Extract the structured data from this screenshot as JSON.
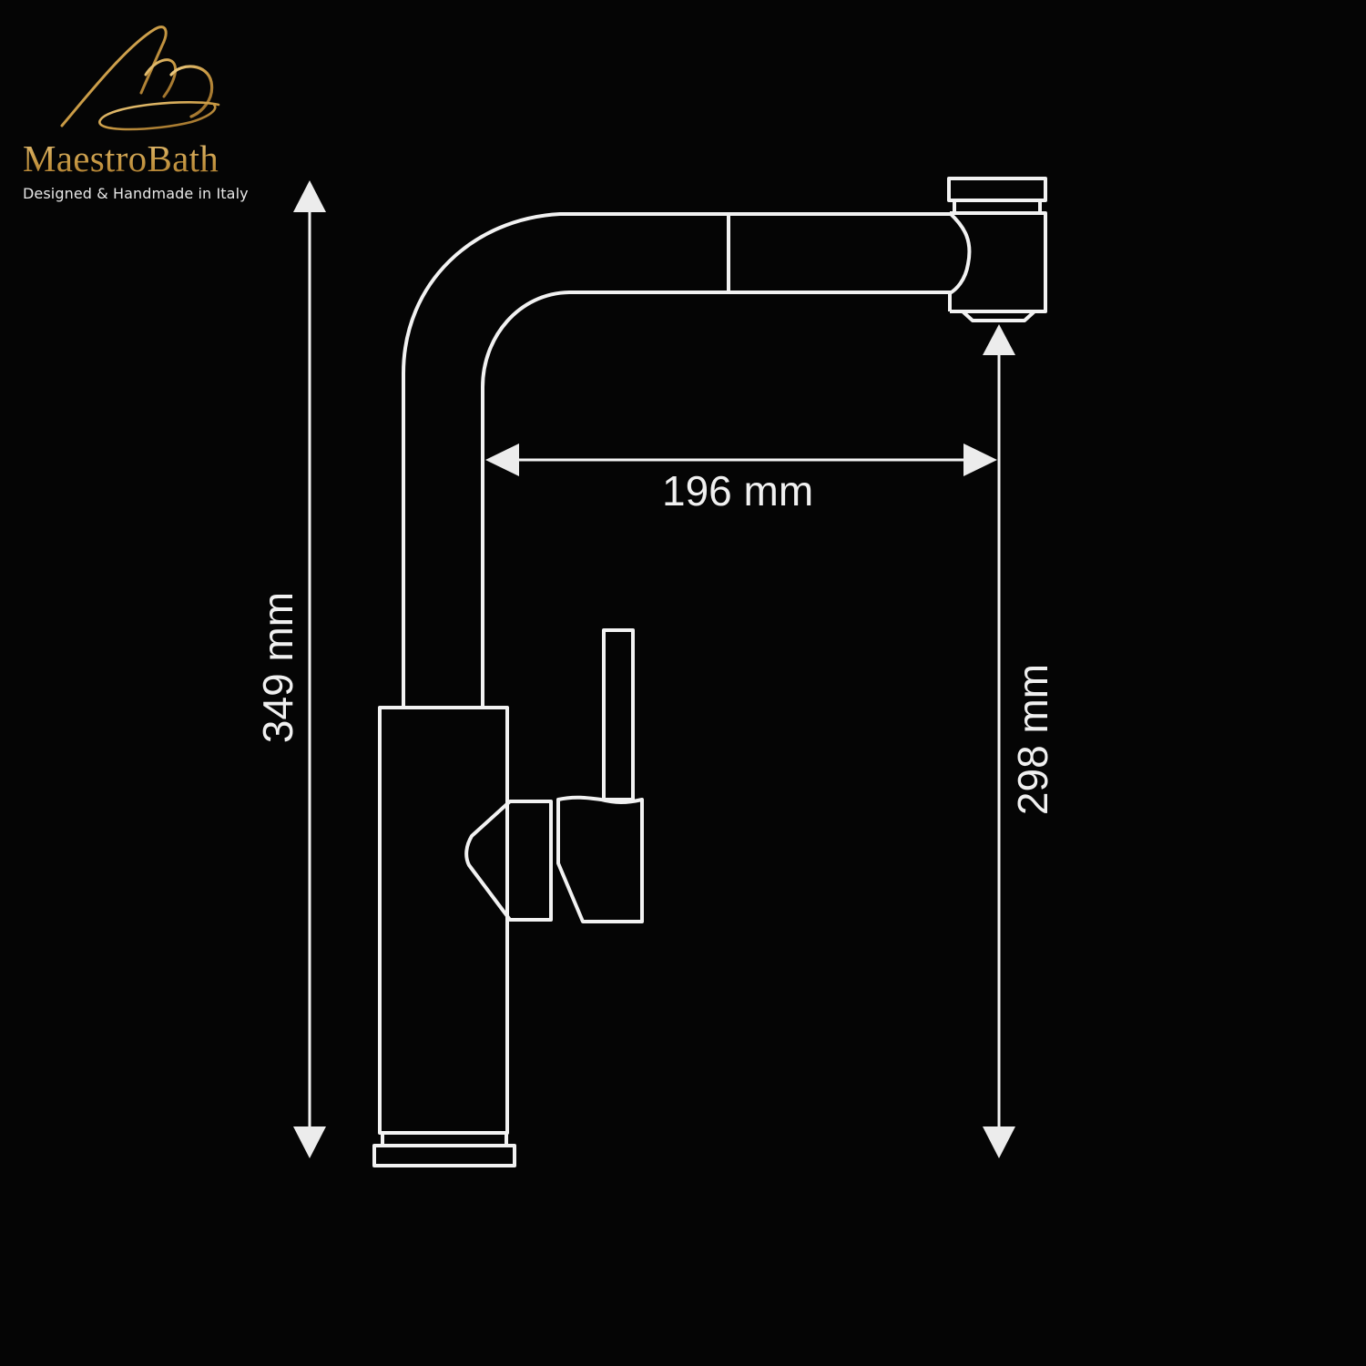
{
  "brand": {
    "name": "MaestroBath",
    "tagline": "Designed & Handmade in Italy",
    "logo_icon": "script-m-logo-icon",
    "gold_color": "#c9a04f"
  },
  "diagram": {
    "subject": "pull-out kitchen faucet technical drawing",
    "line_color": "#f2f2f2",
    "background_color": "#050505",
    "dimensions": {
      "spout_reach": {
        "value": 196,
        "unit": "mm",
        "label": "196 mm",
        "orientation": "horizontal"
      },
      "total_height": {
        "value": 349,
        "unit": "mm",
        "label": "349 mm",
        "orientation": "vertical"
      },
      "spout_height": {
        "value": 298,
        "unit": "mm",
        "label": "298 mm",
        "orientation": "vertical"
      }
    }
  }
}
